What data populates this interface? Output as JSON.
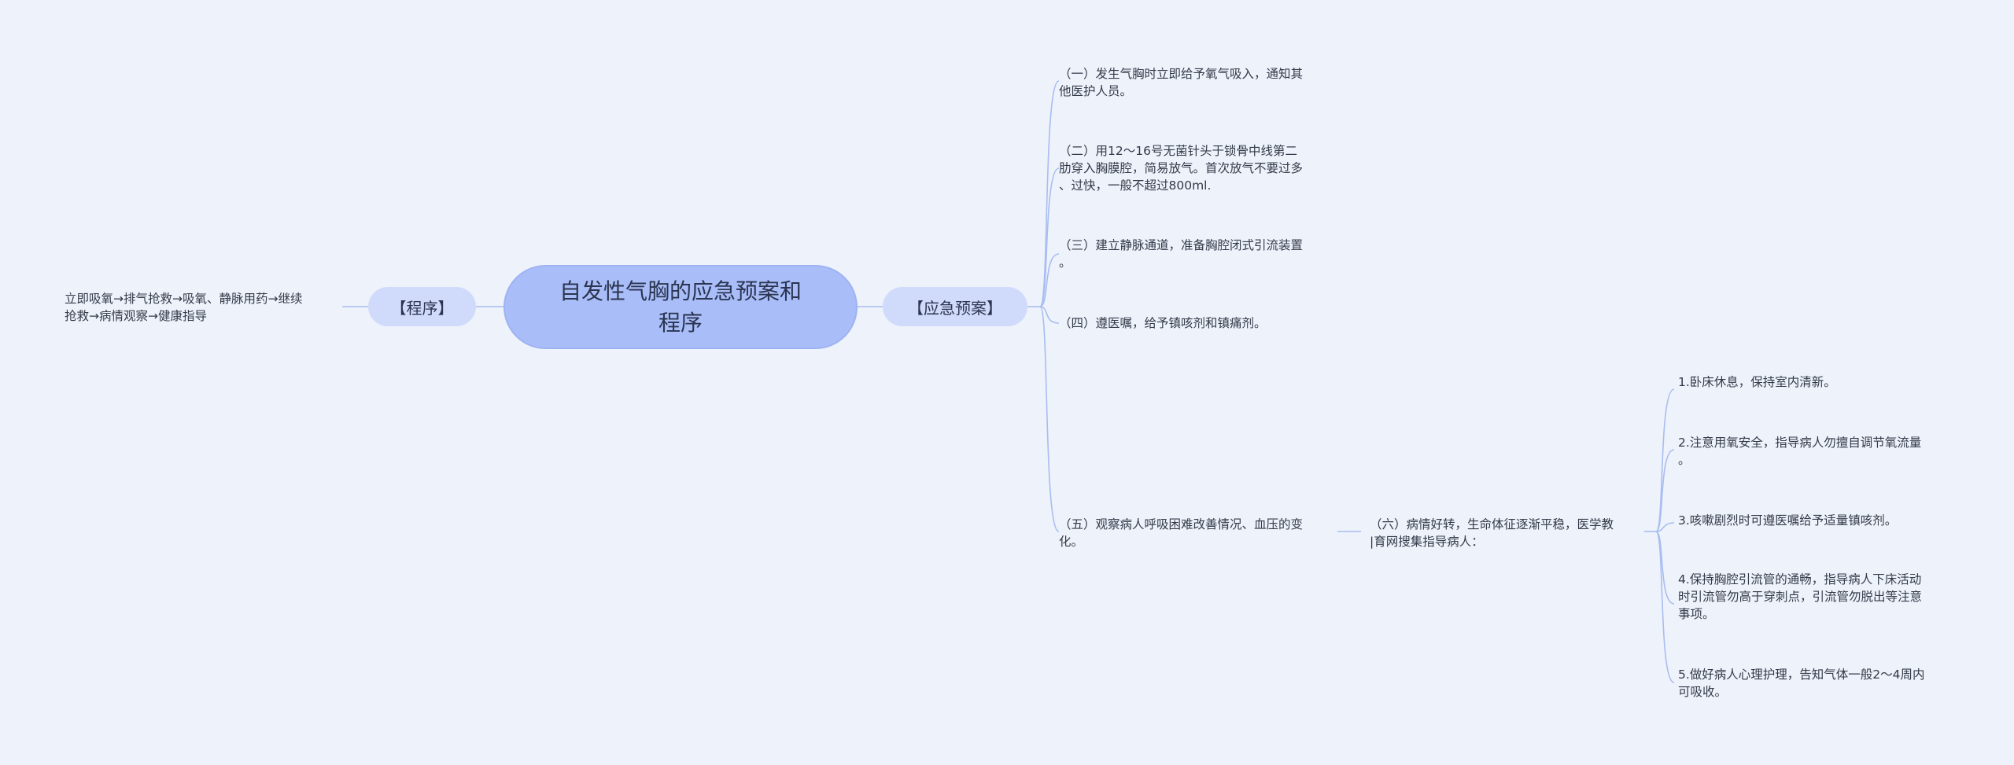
{
  "colors": {
    "background": "#eef2fb",
    "root_fill": "#a9bdf9",
    "branch_fill": "#d0dbfb",
    "line": "#a8bdf0"
  },
  "root": {
    "title": "自发性气胸的应急预案和\n程序"
  },
  "left_branch": {
    "label": "【程序】",
    "child": "立即吸氧→排气抢救→吸氧、静脉用药→继续\n抢救→病情观察→健康指导"
  },
  "right_branch": {
    "label": "【应急预案】",
    "items": [
      "（一）发生气胸时立即给予氧气吸入，通知其\n他医护人员。",
      "（二）用12～16号无菌针头于锁骨中线第二\n肋穿入胸膜腔，简易放气。首次放气不要过多\n、过快，一般不超过800ml.",
      "（三）建立静脉通道，准备胸腔闭式引流装置\n。",
      "（四）遵医嘱，给予镇咳剂和镇痛剂。",
      "（五）观察病人呼吸困难改善情况、血压的变\n化。"
    ],
    "sub_node": "（六）病情好转，生命体征逐渐平稳，医学教\n|育网搜集指导病人：",
    "sub_items": [
      "1.卧床休息，保持室内清新。",
      "2.注意用氧安全，指导病人勿擅自调节氧流量\n。",
      "3.咳嗽剧烈时可遵医嘱给予适量镇咳剂。",
      "4.保持胸腔引流管的通畅，指导病人下床活动\n时引流管勿高于穿刺点，引流管勿脱出等注意\n事项。",
      "5.做好病人心理护理，告知气体一般2～4周内\n可吸收。"
    ]
  }
}
